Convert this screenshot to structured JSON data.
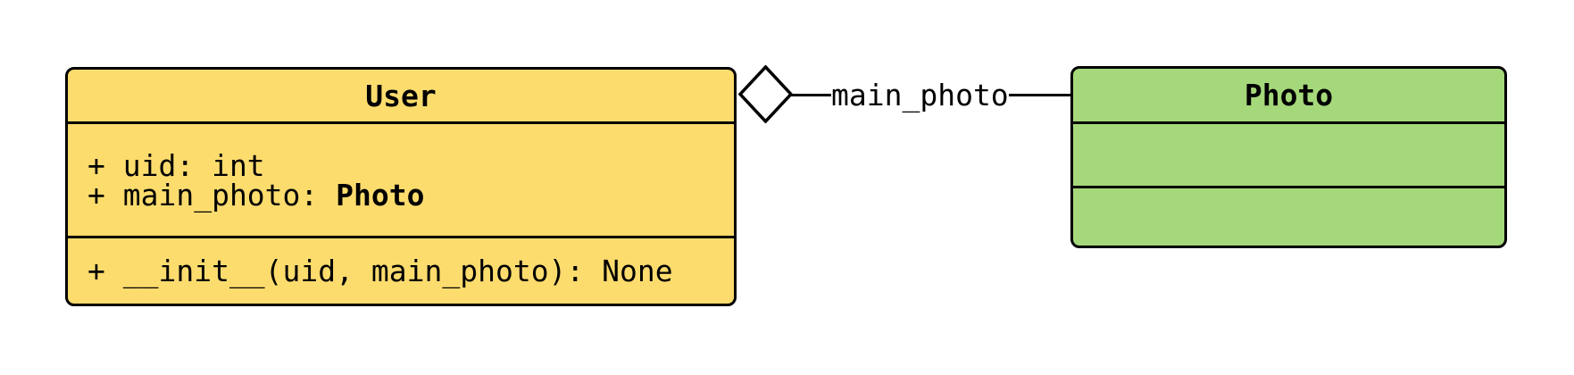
{
  "diagram": {
    "type": "uml-class-diagram",
    "colors": {
      "user_class_fill": "#FDDC6E",
      "photo_class_fill": "#A5D87A",
      "stroke": "#000000",
      "background": "#FFFFFF"
    },
    "classes": [
      {
        "name": "User",
        "attributes": [
          {
            "text": "+ uid: int",
            "bold_part": ""
          },
          {
            "text": "+ main_photo: ",
            "bold_part": "Photo"
          }
        ],
        "methods": [
          {
            "text": "+ __init__(uid, main_photo): None",
            "bold_part": ""
          }
        ]
      },
      {
        "name": "Photo",
        "attributes": [],
        "methods": []
      }
    ],
    "connector": {
      "label": "main_photo",
      "type": "aggregation",
      "diamond_icon": "hollow-diamond",
      "from": "User",
      "to": "Photo"
    }
  }
}
